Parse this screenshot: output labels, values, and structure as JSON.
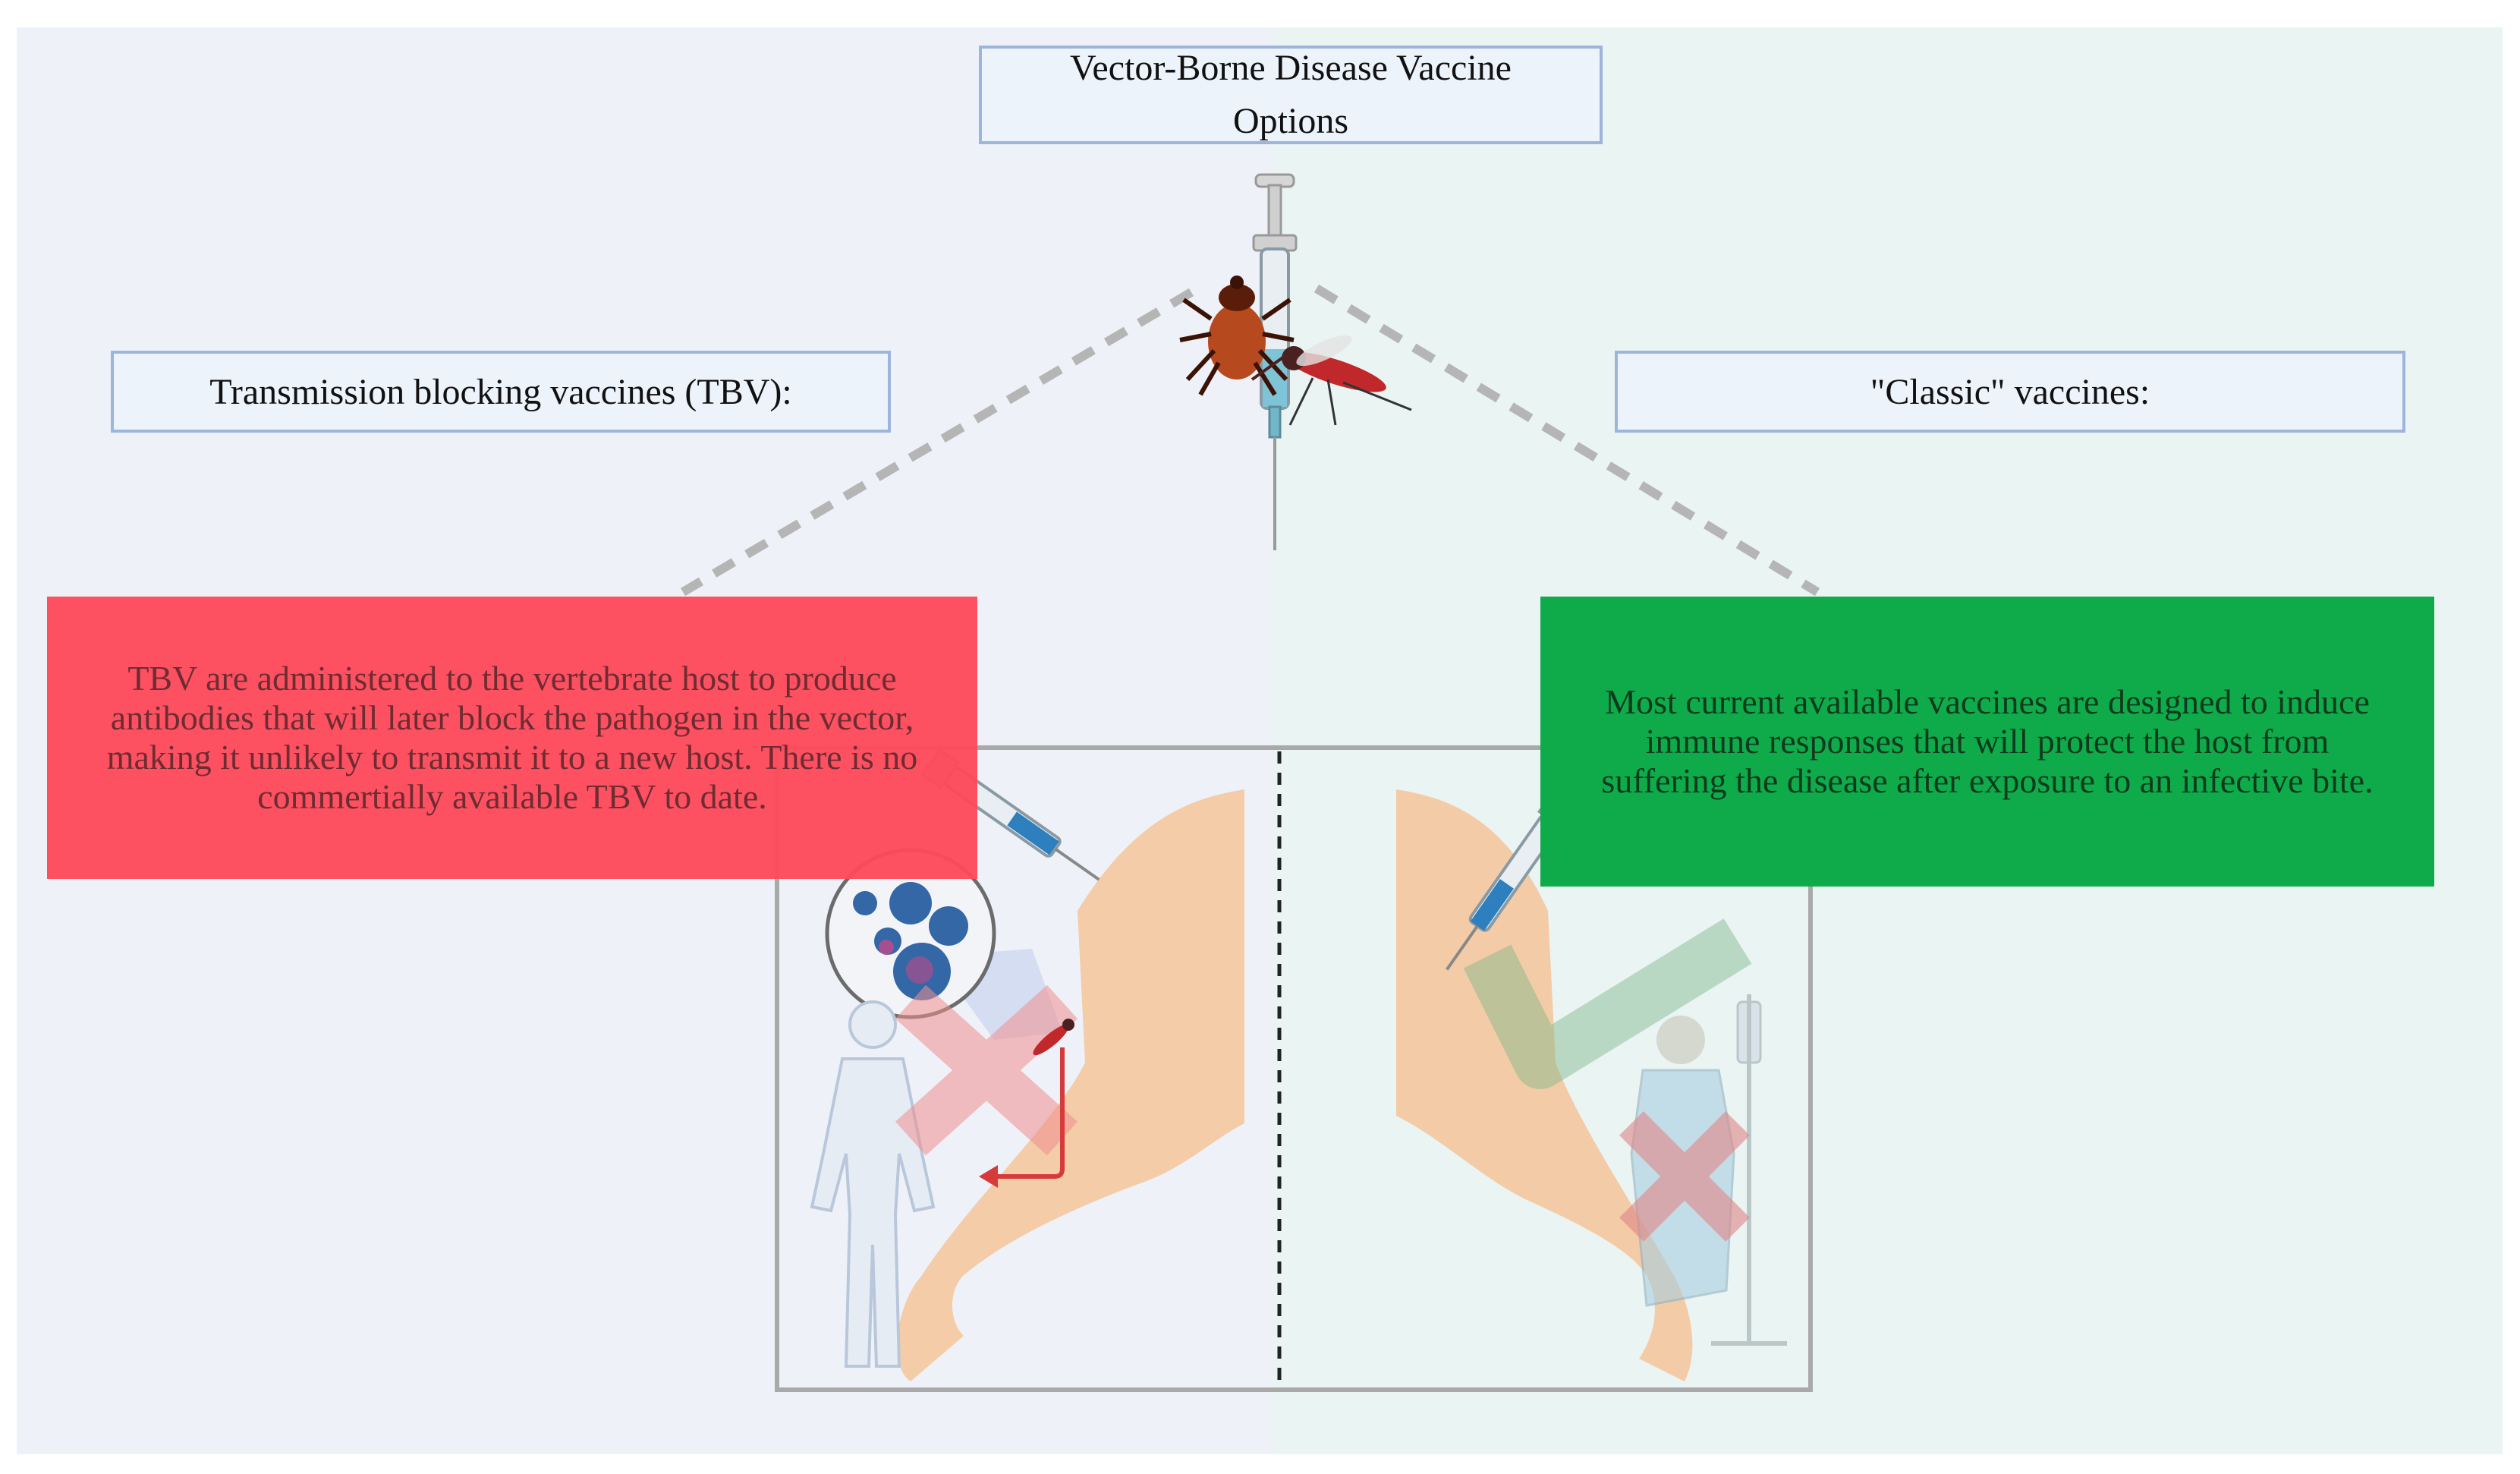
{
  "title": "Vector-Borne Disease Vaccine Options",
  "left": {
    "label": "Transmission blocking vaccines (TBV):",
    "description": "TBV are administered to the vertebrate host to produce antibodies that will later block the pathogen in the vector, making it unlikely to transmit it to a new host. There is no commertially available TBV to date.",
    "color": "#fd495b"
  },
  "right": {
    "label": "\"Classic\" vaccines:",
    "description": "Most current available vaccines are designed to induce immune responses that will protect the host from suffering the disease after exposure to an infective bite.",
    "color": "#0fab4b"
  },
  "icons": [
    "syringe-icon",
    "tick-icon",
    "mosquito-icon",
    "arm-illustration",
    "antibody-magnifier-icon",
    "human-figure-icon",
    "x-mark-icon",
    "checkmark-icon",
    "patient-iv-icon"
  ]
}
